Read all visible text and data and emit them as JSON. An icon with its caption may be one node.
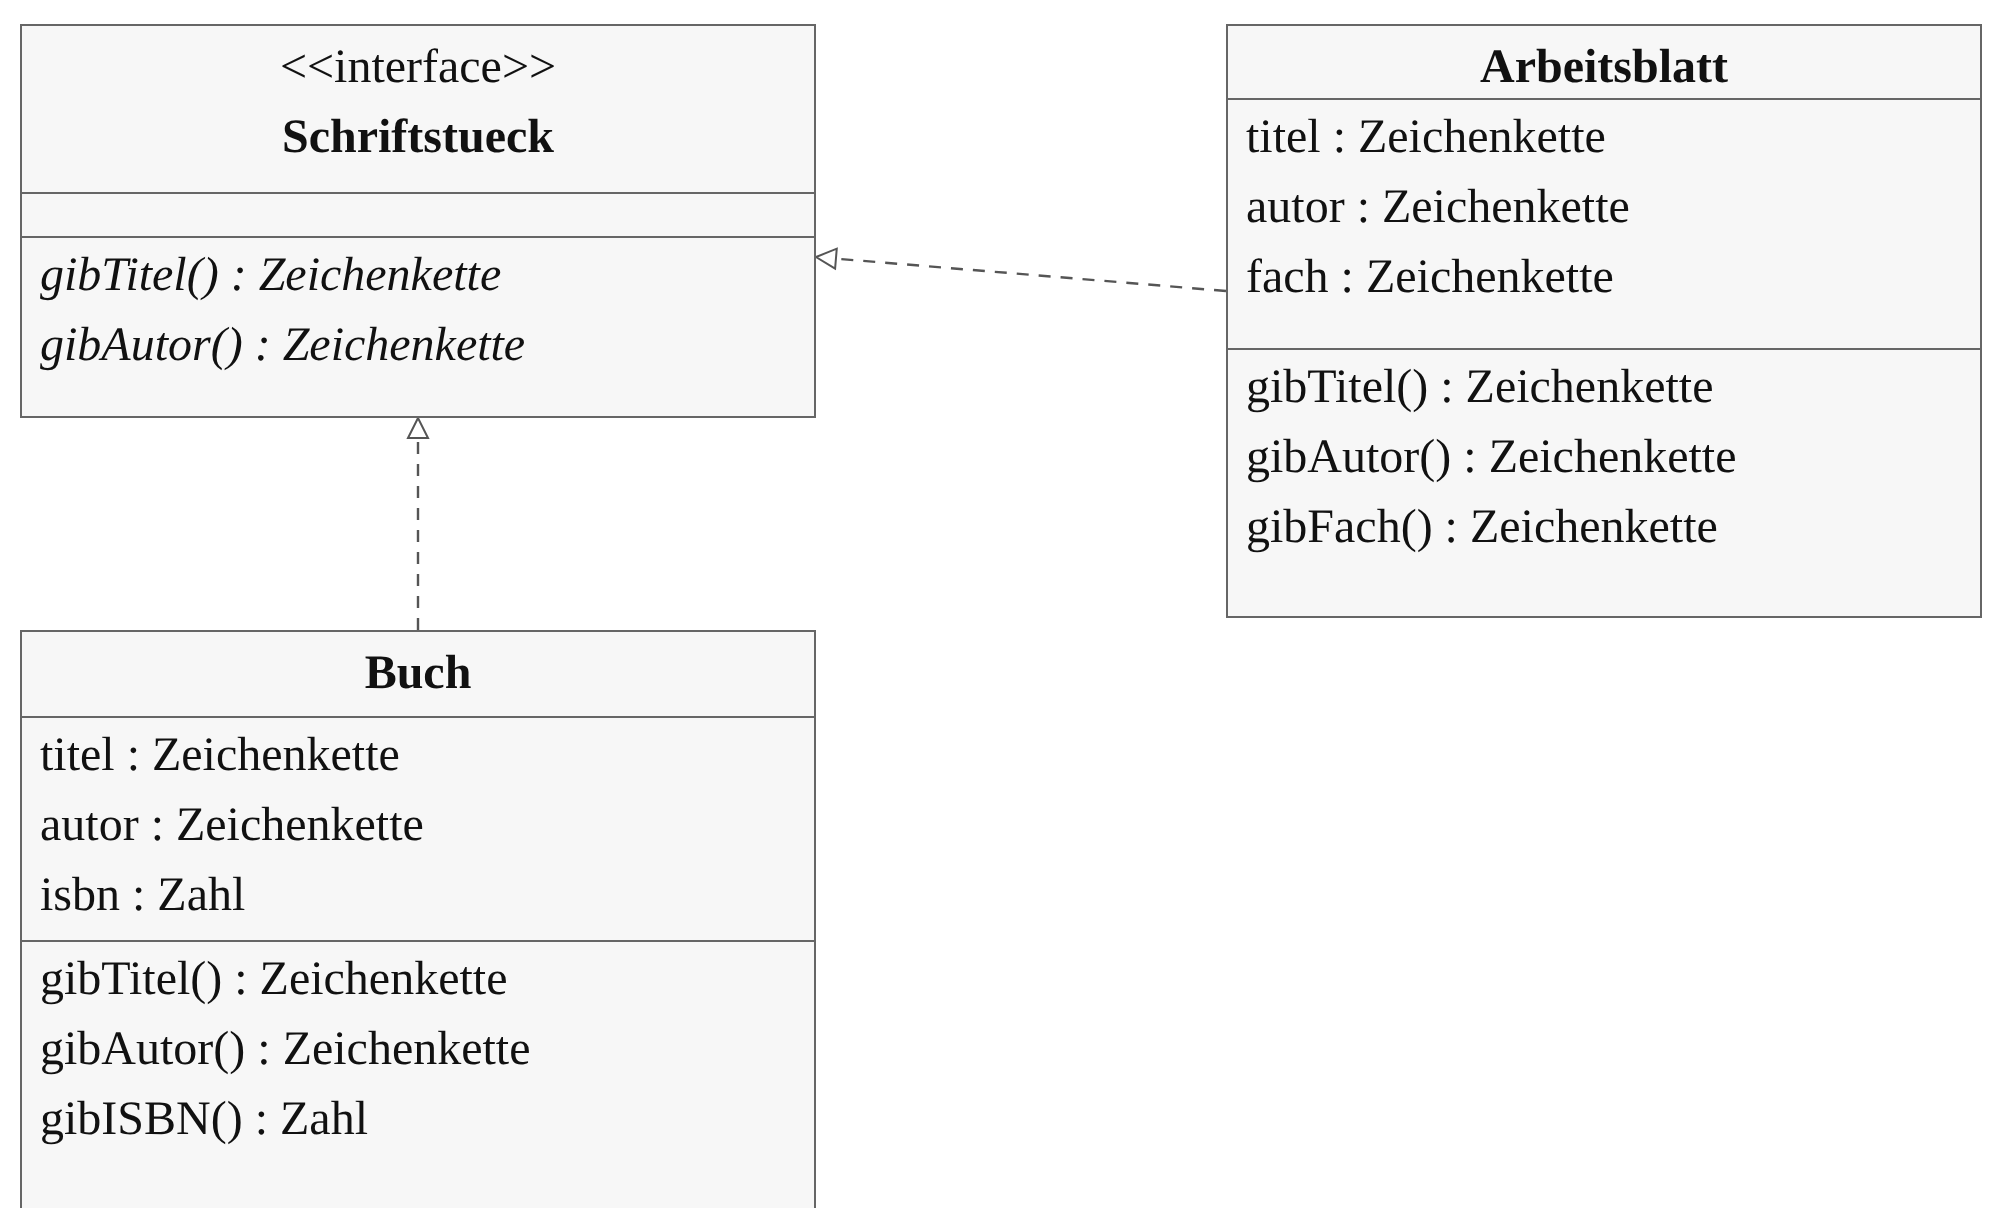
{
  "diagram": {
    "nodes": [
      {
        "text": [
          "<<interface>>",
          "Schriftstueck"
        ]
      },
      {
        "text": [],
        "shape": "box",
        "in": 0
      },
      {
        "text": [
          "gibTitel() : Zeichenkette",
          "gibAutor() : Zeichenkette"
        ],
        "in": 0
      },
      {
        "text": [
          "Arbeitsblatt"
        ]
      },
      {
        "text": [
          "titel : Zeichenkette",
          "autor : Zeichenkette",
          "fach : Zeichenkette"
        ],
        "in": 3
      },
      {
        "text": [
          "gibTitel() : Zeichenkette",
          "gibAutor() : Zeichenkette",
          "gibFach() : Zeichenkette"
        ],
        "in": 3
      },
      {
        "text": [
          "Buch"
        ]
      },
      {
        "text": [
          "titel : Zeichenkette",
          "autor : Zeichenkette",
          "isbn : Zahl"
        ],
        "in": 6
      },
      {
        "text": [
          "gibTitel() : Zeichenkette",
          "gibAutor() : Zeichenkette",
          "gibISBN() : Zahl"
        ],
        "in": 6
      }
    ],
    "edges": [
      {
        "from": 3,
        "to": 0,
        "arrow": "to",
        "style": "dashed"
      },
      {
        "from": 6,
        "to": 0,
        "arrow": "to",
        "style": "dashed"
      }
    ]
  }
}
